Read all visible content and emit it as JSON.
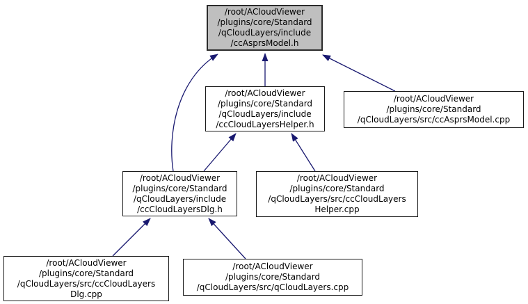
{
  "diagram": {
    "type": "include-dependency-graph",
    "background_color": "#ffffff",
    "edge_color": "#191970",
    "node_border_color": "#1a1a1a",
    "highlight_fill_color": "#bfbfbf",
    "nodes": {
      "asprs_h": {
        "highlighted": true,
        "lines": [
          "/root/ACloudViewer",
          "/plugins/core/Standard",
          "/qCloudLayers/include",
          "/ccAsprsModel.h"
        ]
      },
      "helper_h": {
        "highlighted": false,
        "lines": [
          "/root/ACloudViewer",
          "/plugins/core/Standard",
          "/qCloudLayers/include",
          "/ccCloudLayersHelper.h"
        ]
      },
      "asprs_cpp": {
        "highlighted": false,
        "lines": [
          "/root/ACloudViewer",
          "/plugins/core/Standard",
          "/qCloudLayers/src/ccAsprsModel.cpp"
        ]
      },
      "dlg_h": {
        "highlighted": false,
        "lines": [
          "/root/ACloudViewer",
          "/plugins/core/Standard",
          "/qCloudLayers/include",
          "/ccCloudLayersDlg.h"
        ]
      },
      "helper_cpp": {
        "highlighted": false,
        "lines": [
          "/root/ACloudViewer",
          "/plugins/core/Standard",
          "/qCloudLayers/src/ccCloudLayers",
          "Helper.cpp"
        ]
      },
      "dlg_cpp": {
        "highlighted": false,
        "lines": [
          "/root/ACloudViewer",
          "/plugins/core/Standard",
          "/qCloudLayers/src/ccCloudLayers",
          "Dlg.cpp"
        ]
      },
      "qcloud_cpp": {
        "highlighted": false,
        "lines": [
          "/root/ACloudViewer",
          "/plugins/core/Standard",
          "/qCloudLayers/src/qCloudLayers.cpp"
        ]
      }
    },
    "edges": [
      {
        "from": "helper_h",
        "to": "asprs_h"
      },
      {
        "from": "asprs_cpp",
        "to": "asprs_h"
      },
      {
        "from": "dlg_h",
        "to": "asprs_h"
      },
      {
        "from": "dlg_h",
        "to": "helper_h"
      },
      {
        "from": "helper_cpp",
        "to": "helper_h"
      },
      {
        "from": "dlg_cpp",
        "to": "dlg_h"
      },
      {
        "from": "qcloud_cpp",
        "to": "dlg_h"
      }
    ]
  }
}
